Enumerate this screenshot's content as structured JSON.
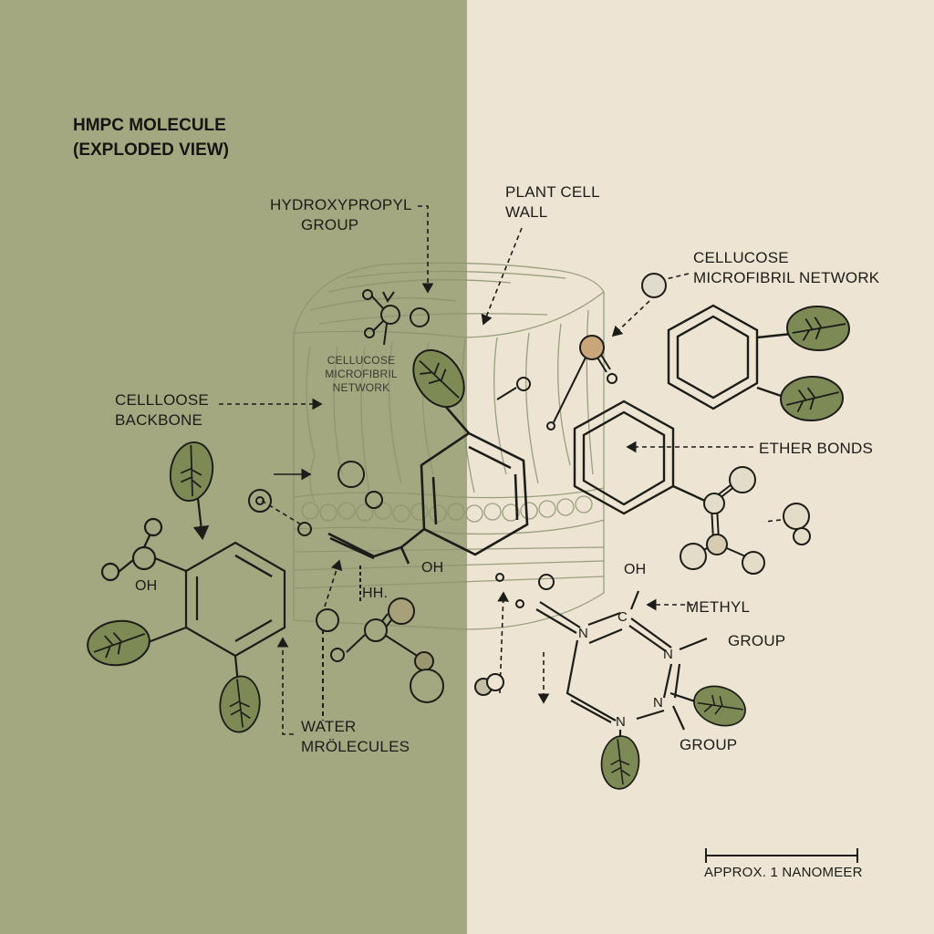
{
  "title": {
    "line1": "HMPC MOLECULE",
    "line2": "(EXPLODED VIEW)"
  },
  "labels": {
    "hydroxypropyl": {
      "line1": "HYDROXYPROPYL",
      "line2": "GROUP"
    },
    "plant_cell_wall": {
      "line1": "PLANT CELL",
      "line2": "WALL"
    },
    "cellulose_network_right": {
      "line1": "CELLUCOSE",
      "line2": "MICROFIBRIL NETWORK"
    },
    "cellulose_network_inner": {
      "line1": "CELLUCOSE",
      "line2": "MICROFIBRIL",
      "line3": "NETWORK"
    },
    "cellulose_backbone": {
      "line1": "CELLLOOSE",
      "line2": "BACKBONE"
    },
    "ether_bonds": "ETHER BONDS",
    "methyl": "METHYL",
    "group_right": "GROUP",
    "group_bottom": "GROUP",
    "water": {
      "line1": "WATER",
      "line2": "MRÖLECULES"
    },
    "scale_bar": "APPROX. 1 NANOMEER"
  },
  "atoms": {
    "oh_left": "OH",
    "oh_center": "OH",
    "oh_right": "OH",
    "hh": "HH.",
    "c": "C",
    "n1": "N",
    "n2": "N",
    "n3": "N",
    "n4": "N"
  },
  "colors": {
    "panel_left": "#a4a880",
    "panel_right": "#ede4d3",
    "leaf_fill": "#7d8a55",
    "line": "#1c1c18",
    "sketch": "#8a9470",
    "atom_tan": "#c9a57a"
  }
}
